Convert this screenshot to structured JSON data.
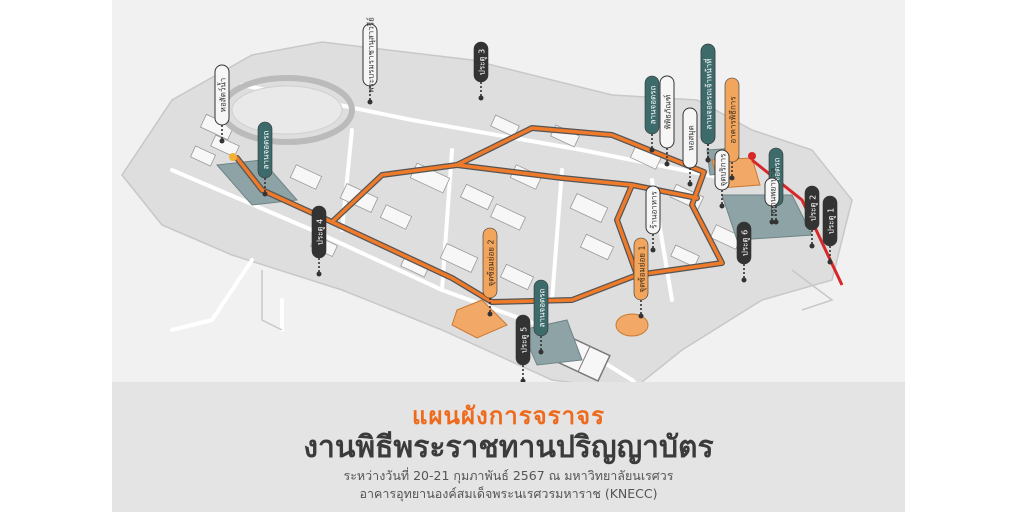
{
  "title": {
    "highlight": "แผนผังการจราจร",
    "main": "งานพิธีพระราชทานปริญญาบัตร"
  },
  "subtitle": {
    "line1": "ระหว่างวันที่ 20-21 กุมภาพันธ์ 2567 ณ มหาวิทยาลัยนเรศวร",
    "line2": "อาคารอุทยานองค์สมเด็จพระนเรศวรมหาราช (KNECC)"
  },
  "colors": {
    "route": "#ee7a2a",
    "route_outline": "#555555",
    "gate_label": "#333333",
    "parking_label": "#3d6b6b",
    "ceremony_label": "#f2a55c",
    "place_label": "#f6f6f6",
    "parking_area": "#8ea3a5",
    "building_orange": "#f2a866",
    "closed_road": "#d62828",
    "road": "#ffffff",
    "ground": "#dcdcdc"
  },
  "markers": [
    {
      "id": "gate-1",
      "kind": "gate",
      "label": "ประตู 1"
    },
    {
      "id": "gate-2",
      "kind": "gate",
      "label": "ประตู 2"
    },
    {
      "id": "gate-3",
      "kind": "gate",
      "label": "ประตู 3"
    },
    {
      "id": "gate-4",
      "kind": "gate",
      "label": "ประตู 4"
    },
    {
      "id": "gate-5",
      "kind": "gate",
      "label": "ประตู 5"
    },
    {
      "id": "gate-6",
      "kind": "gate",
      "label": "ประตู 6"
    },
    {
      "id": "parking-a",
      "kind": "parking",
      "label": "ลานจอดรถ"
    },
    {
      "id": "parking-b",
      "kind": "parking",
      "label": "ลานจอดรถ"
    },
    {
      "id": "parking-c",
      "kind": "parking",
      "label": "ลานจอดรถ"
    },
    {
      "id": "parking-d",
      "kind": "parking",
      "label": "ลานจอดรถ"
    },
    {
      "id": "parking-e",
      "kind": "parking",
      "label": "ลานจอดรถ"
    },
    {
      "id": "parking-f",
      "kind": "parking",
      "label": "ลานจอดรถเจ้าหน้าที่"
    },
    {
      "id": "ceremony-hall",
      "kind": "ceremony",
      "label": "อาคารพิธีการ"
    },
    {
      "id": "prep-1",
      "kind": "ceremony",
      "label": "จุดซ้อมย่อย 1"
    },
    {
      "id": "prep-2",
      "kind": "ceremony",
      "label": "จุดซ้อมย่อย 2"
    },
    {
      "id": "place-aquarium",
      "kind": "place",
      "label": "หอสัตว์น้ำ"
    },
    {
      "id": "place-king-statue",
      "kind": "place",
      "label": "พระบรมราชานุสาวรีย์"
    },
    {
      "id": "place-museum",
      "kind": "place",
      "label": "พิพิธภัณฑ์"
    },
    {
      "id": "place-library",
      "kind": "place",
      "label": "หอสมุด"
    },
    {
      "id": "place-canteen",
      "kind": "place",
      "label": "ร้านอาหาร"
    },
    {
      "id": "place-post",
      "kind": "place",
      "label": "จุดบริการ"
    },
    {
      "id": "place-clinic",
      "kind": "place",
      "label": "สถานพยาบาล"
    }
  ]
}
